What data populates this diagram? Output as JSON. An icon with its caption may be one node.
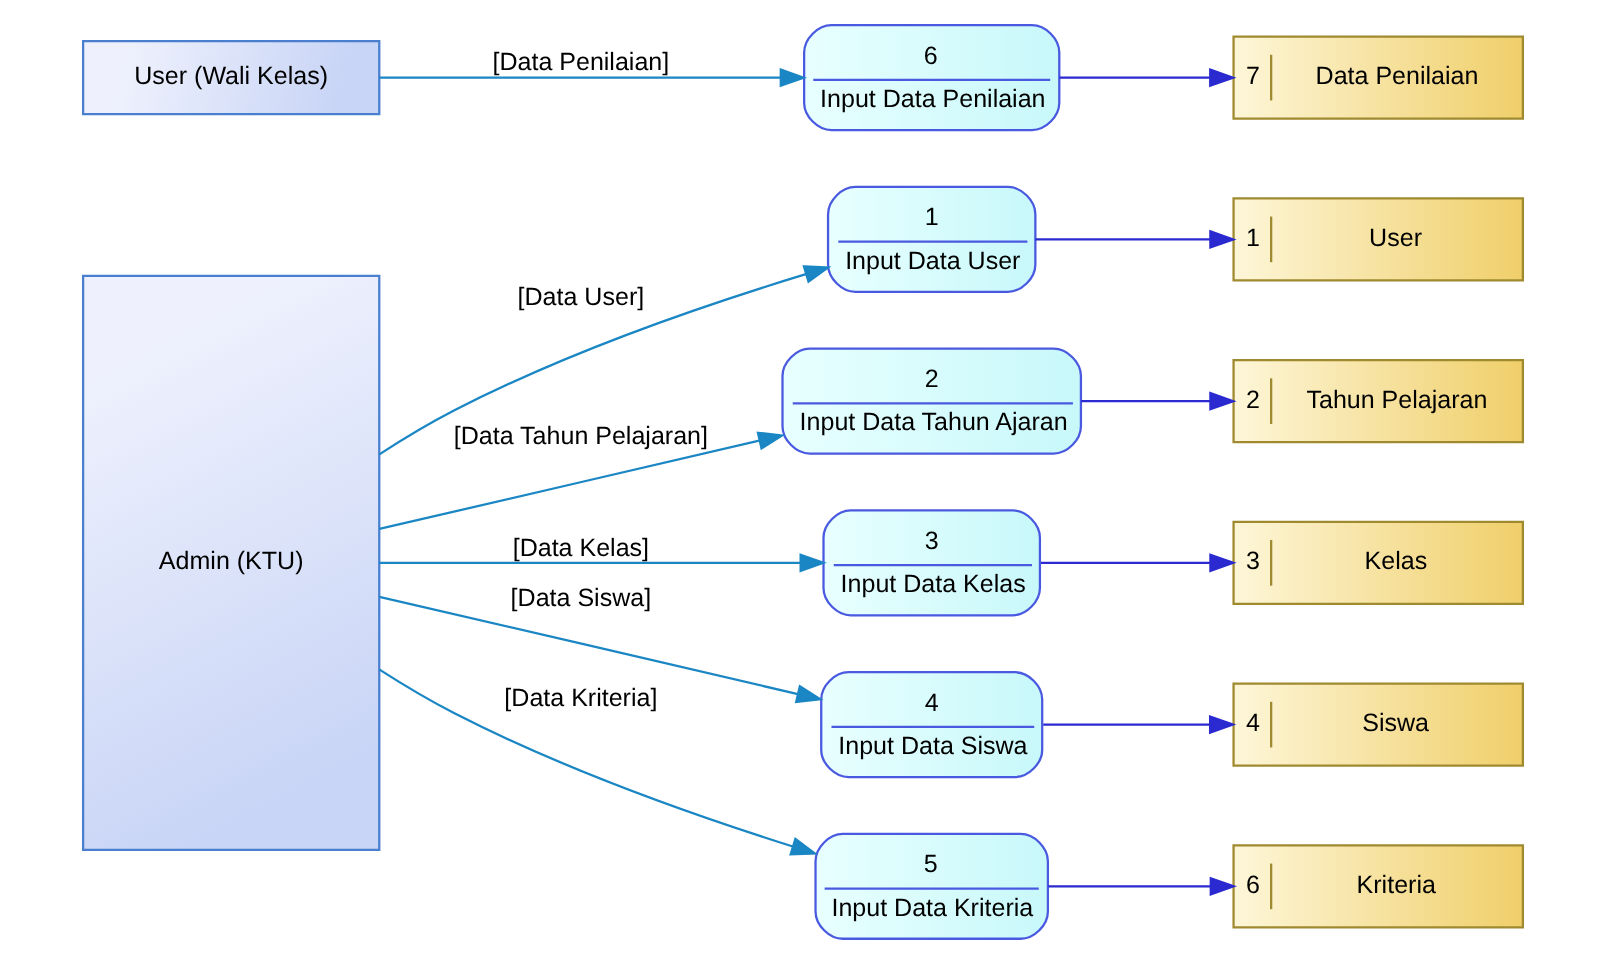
{
  "diagram": {
    "nodes": [
      {
        "text": [
          "Admin (KTU)"
        ]
      },
      {
        "text": [
          "1",
          "Input Data User"
        ]
      },
      {
        "text": [
          "1",
          "User"
        ]
      },
      {
        "text": [
          "2",
          "Input Data Tahun Ajaran"
        ]
      },
      {
        "text": [
          "2",
          "Tahun Pelajaran"
        ]
      },
      {
        "text": [
          "3",
          "Input Data Kelas"
        ]
      },
      {
        "text": [
          "3",
          "Kelas"
        ]
      },
      {
        "text": [
          "4",
          "Input Data Siswa"
        ]
      },
      {
        "text": [
          "4",
          "Siswa"
        ]
      },
      {
        "text": [
          "5",
          "Input Data Kriteria"
        ]
      },
      {
        "text": [
          "6",
          "Kriteria"
        ]
      },
      {
        "text": [
          "User (Wali Kelas)"
        ]
      },
      {
        "text": [
          "6",
          "Input Data Penilaian"
        ]
      },
      {
        "text": [
          "7",
          "Data Penilaian"
        ]
      }
    ],
    "edges": [
      {
        "from": 0,
        "to": 1,
        "arrow": "to",
        "label": "[Data User]",
        "color": "#1a86c4"
      },
      {
        "from": 1,
        "to": 2,
        "arrow": "to",
        "color": "#2a2ad0"
      },
      {
        "from": 0,
        "to": 3,
        "arrow": "to",
        "label": "[Data Tahun Pelajaran]",
        "color": "#1a86c4"
      },
      {
        "from": 3,
        "to": 4,
        "arrow": "to",
        "color": "#2a2ad0"
      },
      {
        "from": 0,
        "to": 5,
        "arrow": "to",
        "label": "[Data Kelas]",
        "color": "#1a86c4"
      },
      {
        "from": 5,
        "to": 6,
        "arrow": "to",
        "color": "#2a2ad0"
      },
      {
        "from": 0,
        "to": 7,
        "arrow": "to",
        "label": "[Data Siswa]",
        "color": "#1a86c4"
      },
      {
        "from": 7,
        "to": 8,
        "arrow": "to",
        "color": "#2a2ad0"
      },
      {
        "from": 0,
        "to": 9,
        "arrow": "to",
        "label": "[Data Kriteria]",
        "color": "#1a86c4"
      },
      {
        "from": 9,
        "to": 10,
        "arrow": "to",
        "color": "#2a2ad0"
      },
      {
        "from": 11,
        "to": 12,
        "arrow": "to",
        "label": "[Data Penilaian]",
        "color": "#1a86c4"
      },
      {
        "from": 12,
        "to": 13,
        "arrow": "to",
        "color": "#2a2ad0"
      }
    ]
  }
}
